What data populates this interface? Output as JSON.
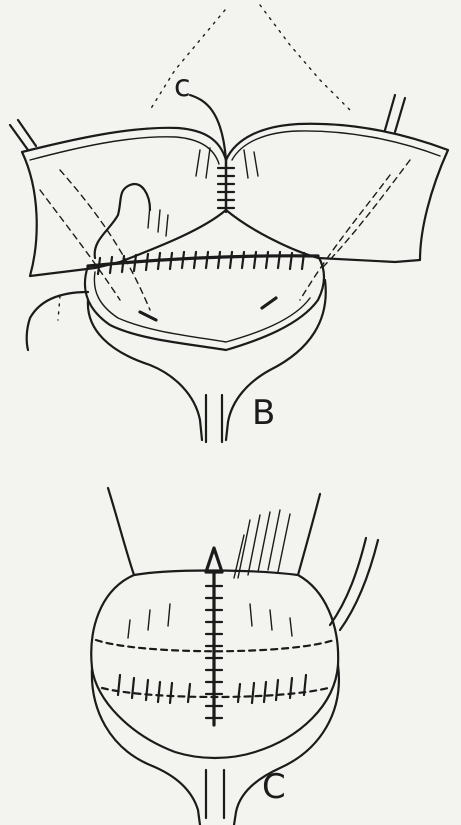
{
  "figure": {
    "labels": {
      "top_marker": "c",
      "panel_b": "B",
      "panel_c": "C"
    }
  }
}
